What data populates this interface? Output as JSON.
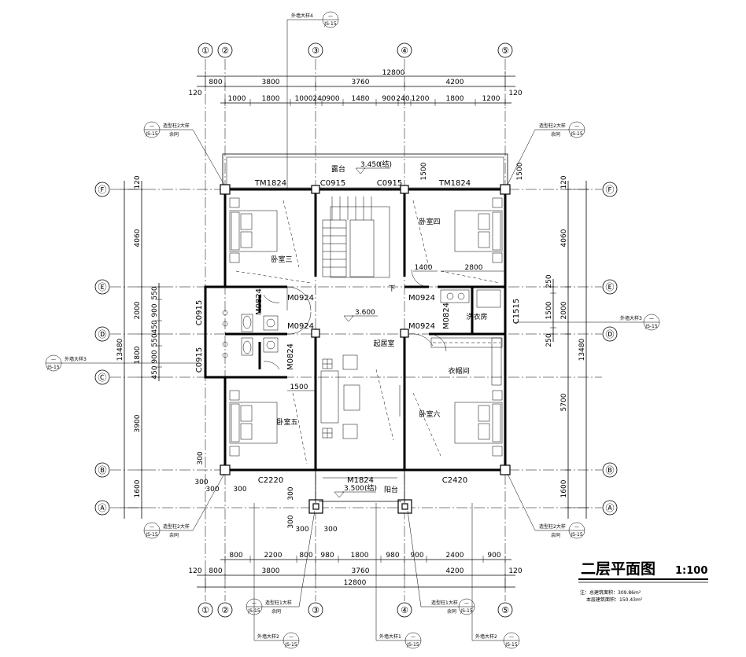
{
  "title": {
    "main": "二层平面图",
    "scale": "1:100",
    "note1": "注：总建筑面积：309.86m²",
    "note2": "本层建筑面积：150.43m²"
  },
  "axes": {
    "vertical": [
      "①",
      "②",
      "③",
      "④",
      "⑤"
    ],
    "horizontal": [
      "Ⓕ",
      "Ⓔ",
      "Ⓓ",
      "Ⓒ",
      "Ⓑ",
      "Ⓐ"
    ]
  },
  "dims": {
    "top_total": "12800",
    "top_row1": [
      "800",
      "3800",
      "3760",
      "4200"
    ],
    "top_row2": [
      "1000",
      "1800",
      "1000",
      "240",
      "900",
      "1480",
      "900",
      "240",
      "1200",
      "1800",
      "1200"
    ],
    "bottom_total": "12800",
    "bottom_row1": [
      "800",
      "3800",
      "3760",
      "4200"
    ],
    "bottom_row2": [
      "800",
      "2200",
      "800",
      "980",
      "1800",
      "980",
      "900",
      "2400",
      "900"
    ],
    "edge_120": "120",
    "left_total": "13480",
    "left_row1": [
      "4060",
      "2000",
      "1800",
      "3900",
      "1600"
    ],
    "left_row2": [
      "550",
      "900",
      "450",
      "550",
      "900",
      "450"
    ],
    "right_total": "13480",
    "right_row1": [
      "4060",
      "2000",
      "5700",
      "1600"
    ],
    "right_row2": [
      "250",
      "1500",
      "250"
    ],
    "misc_300": "300",
    "misc_1500": "1500",
    "misc_1400": "1400",
    "misc_2800": "2800"
  },
  "labels": {
    "terrace": "露台",
    "terrace_elev": "3.450",
    "terrace_suffix": "(结)",
    "bedroom3": "卧室三",
    "bedroom4": "卧室四",
    "bedroom5": "卧室五",
    "bedroom6": "卧室六",
    "living": "起居室",
    "living_elev": "3.600",
    "laundry": "洗衣房",
    "closet": "衣帽间",
    "balcony": "阳台",
    "balcony_elev": "3.500",
    "balcony_suffix": "(结)",
    "down": "下"
  },
  "openings": {
    "tm1824_left": "TM1824",
    "tm1824_right": "TM1824",
    "c0915_a": "C0915",
    "c0915_b": "C0915",
    "c0915_left1": "C0915",
    "c0915_left2": "C0915",
    "m0924_1": "M0924",
    "m0924_2": "M0924",
    "m0924_3": "M0924",
    "m0924_4": "M0924",
    "m0824_1": "M0824",
    "m0824_2": "M0824",
    "m0824_3": "M0824",
    "c1515": "C1515",
    "c2220": "C2220",
    "c2420": "C2420",
    "m1824": "M1824"
  },
  "callouts": {
    "col_detail2": "造型柱2大样",
    "same": "余同",
    "col_detail1": "造型柱1大样",
    "wall_detail1": "外墙大样1",
    "wall_detail2": "外墙大样2",
    "wall_detail3": "外墙大样3",
    "wall_detail4": "外墙大样4",
    "sheet": "JS-15",
    "dash": "—"
  }
}
